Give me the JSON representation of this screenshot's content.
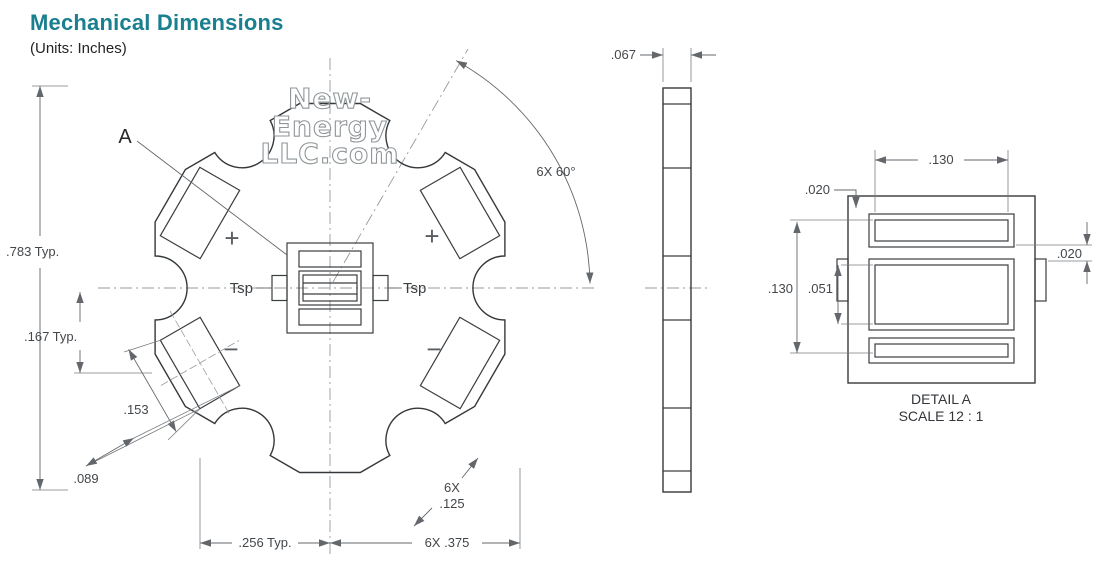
{
  "header": {
    "title": "Mechanical Dimensions",
    "units": "(Units: Inches)"
  },
  "logo": {
    "line1": "New-",
    "line2": "Energy",
    "line3": "LLC.com"
  },
  "board": {
    "detail_label": "A",
    "tsp_left": "Tsp",
    "tsp_right": "Tsp",
    "plus_left": "+",
    "plus_right": "+",
    "minus_left": "−",
    "minus_right": "−"
  },
  "dims": {
    "overall_height": ".783 Typ.",
    "pad_row_offset": ".167 Typ.",
    "pad_length": ".153",
    "pad_width": ".089",
    "center_to_pad": ".256 Typ.",
    "edge_flat": "6X .375",
    "notch_angle": "6X 60°",
    "notch_qty": "6X",
    "notch_dia": ".125",
    "thickness": ".067",
    "detail_top_width": ".130",
    "detail_top_gap": ".020",
    "detail_side_gap": ".020",
    "detail_height": ".130",
    "detail_slot_height": ".051"
  },
  "detail": {
    "name": "DETAIL A",
    "scale": "SCALE 12 : 1"
  },
  "colors": {
    "accent": "#1a7f8e",
    "line": "#35383b",
    "dim": "#63676b"
  }
}
